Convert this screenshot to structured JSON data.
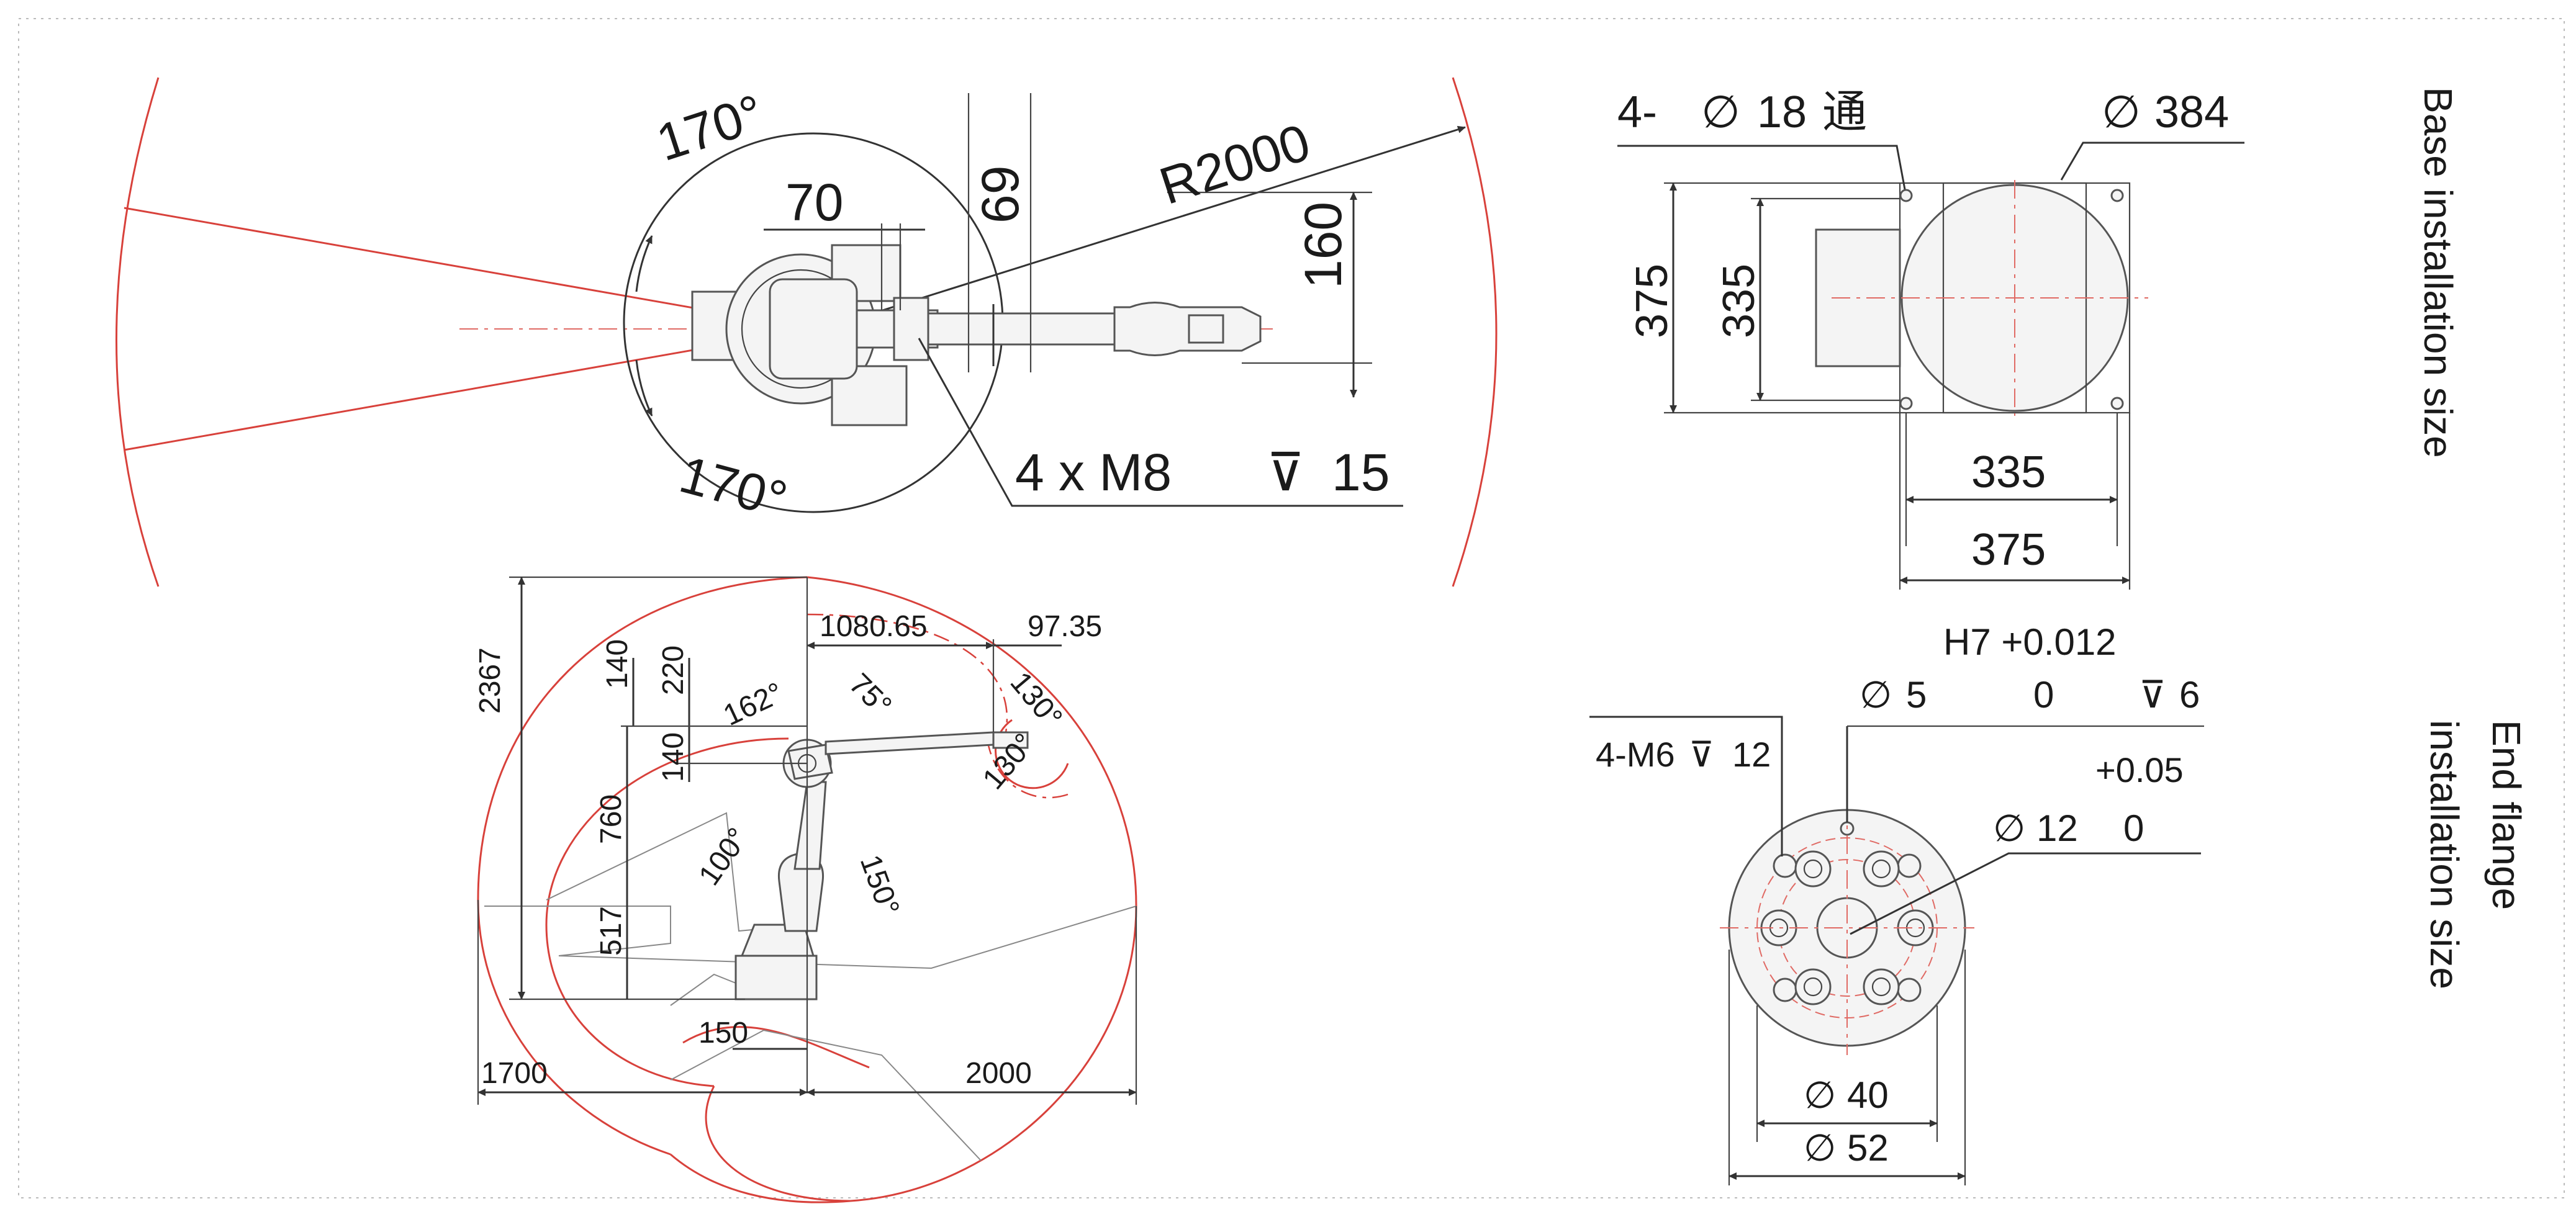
{
  "top_view": {
    "angle_upper": "170°",
    "angle_lower": "170°",
    "radius": "R2000",
    "dim_70": "70",
    "dim_69": "69",
    "dim_160": "160",
    "mount_holes": "4 x M8",
    "depth_symbol": "⊽",
    "depth": "15"
  },
  "side_view": {
    "height_total": "2367",
    "dim_140_top": "140",
    "dim_220": "220",
    "dim_140_mid": "140",
    "dim_760": "760",
    "dim_517": "517",
    "reach_1080": "1080.65",
    "reach_97": "97.35",
    "angle_162": "162°",
    "angle_75": "75°",
    "angle_130_upper": "130°",
    "angle_130_lower": "130°",
    "angle_100": "100°",
    "angle_150": "150°",
    "dim_150": "150",
    "dim_1700": "1700",
    "dim_2000": "2000"
  },
  "base": {
    "holes": "4-",
    "hole_dia_symbol": "∅",
    "hole_dia": "18",
    "hole_through": "通",
    "outer_dia": "384",
    "height_outer": "375",
    "height_inner": "335",
    "width_inner": "335",
    "width_outer": "375",
    "title": "Base installation size"
  },
  "flange": {
    "tolerance_label": "H7 +0.012",
    "pin_dia": "5",
    "pin_tol_zero": "0",
    "pin_depth_symbol": "⊽",
    "pin_depth": "6",
    "threads": "4-M6",
    "threads_depth_symbol": "⊽",
    "threads_depth": "12",
    "bore_tol": "+0.05",
    "bore_dia": "12",
    "bore_tol_zero": "0",
    "inner_dia": "40",
    "outer_dia": "52",
    "dia_symbol": "∅",
    "title_line1": "End flange",
    "title_line2": "installation size"
  },
  "colors": {
    "work_envelope": "#d8413b",
    "dimension_lines": "#333333"
  }
}
